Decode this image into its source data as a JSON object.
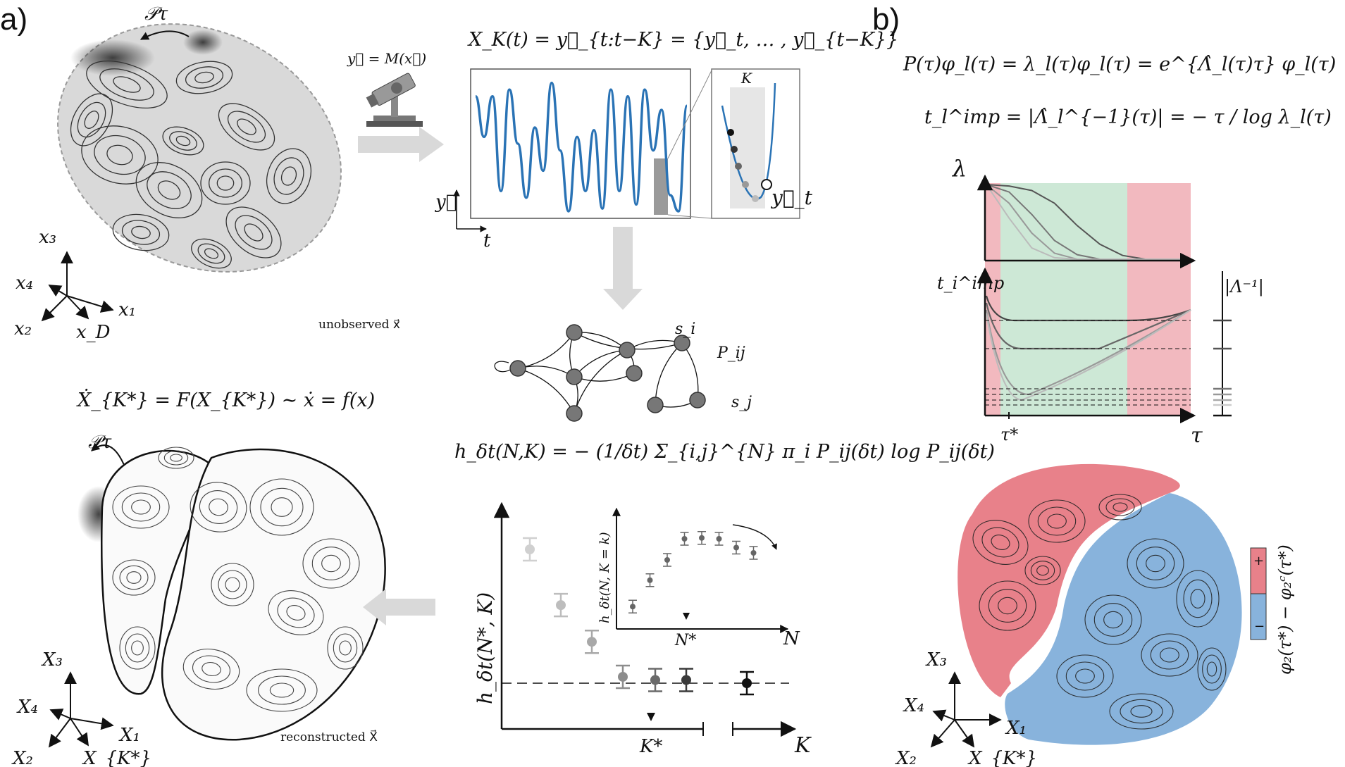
{
  "panels": {
    "a": {
      "label": "a)",
      "attractor_top": {
        "operator": "𝒫τ",
        "caption": "unobserved x⃗",
        "axes": {
          "x3": "x₃",
          "x4": "x₄",
          "x1": "x₁",
          "x2": "x₂",
          "xD": "x_D"
        }
      },
      "measurement": {
        "map_label": "y⃗ = M(x⃗)"
      },
      "time_series": {
        "delay_embedding_eq": "X_K(t) = y⃗_{t:t−K} = {y⃗_t, … , y⃗_{t−K}}",
        "y_axis": "y⃗",
        "t_axis": "t",
        "window_label": "K",
        "point_label": "y⃗_t",
        "series_color": "#2a73b5"
      },
      "markov_graph": {
        "state_i": "s_i",
        "state_j": "s_j",
        "transition": "P_ij"
      },
      "entropy_eq": "h_δt(N,K) = − (1/δt) Σ_{i,j}^{N} π_i P_ij(δt) log P_ij(δt)",
      "reconstruction_eq": "Ẋ_{K*} = F(X_{K*}) ∼ ẋ = f(x)",
      "attractor_bottom": {
        "operator": "𝒫τ",
        "caption": "reconstructed X⃗",
        "axes": {
          "X3": "X₃",
          "X4": "X₄",
          "X1": "X₁",
          "X2": "X₂",
          "XK": "X_{K*}"
        }
      },
      "entropy_plot": {
        "y_label": "h_δt(N*, K)",
        "x_label": "K",
        "marker_label": "K*",
        "inset": {
          "y_label": "h_δt(N, K = k)",
          "x_label": "N",
          "marker_label": "N*"
        }
      }
    },
    "b": {
      "label": "b)",
      "eigen_eq": "P(τ)φ_l(τ) = λ_l(τ)φ_l(τ) = e^{Λ̂_l(τ)τ} φ_l(τ)",
      "timescale_eq": "t_l^imp = |Λ̂_l^{−1}(τ)| = − τ / log λ_l(τ)",
      "lambda_plot": {
        "y_label": "λ"
      },
      "timp_plot": {
        "y_label": "t_i^imp",
        "x_label": "τ",
        "marker_label": "τ*",
        "right_label": "|Λ⁻¹|"
      },
      "colorbar": {
        "plus": "+",
        "minus": "−",
        "label": "φ₂(τ*) − φ₂ᶜ(τ*)"
      },
      "attractor_axes": {
        "X3": "X₃",
        "X4": "X₄",
        "X1": "X₁",
        "X2": "X₂",
        "XK": "X_{K*}"
      },
      "colors": {
        "red_region": "#e8818a",
        "green_region": "#cde8d6",
        "blue_region": "#88b3dc"
      }
    }
  },
  "chart_data": [
    {
      "type": "line",
      "title": "",
      "ylabel": "y⃗",
      "xlabel": "t",
      "series": [
        {
          "values": [
            0.85,
            0.55,
            0.85,
            0.15,
            0.9,
            0.5,
            0.1,
            0.62,
            0.3,
            0.95,
            0.45,
            0.0,
            0.55,
            0.15,
            0.6,
            0.02,
            0.9,
            0.15,
            0.85,
            0.05,
            0.9,
            0.45,
            0.75,
            0.12,
            0.0,
            0.78
          ]
        }
      ]
    },
    {
      "type": "scatter",
      "xlabel": "K",
      "ylabel": "h_δt(N*, K)",
      "grid": false,
      "series": [
        {
          "values": [
            0.9,
            0.55,
            0.32,
            0.1,
            0.08,
            0.08,
            0.06
          ]
        }
      ]
    },
    {
      "type": "scatter",
      "xlabel": "N",
      "ylabel": "h_δt(N, K = k)",
      "series": [
        {
          "values": [
            0.15,
            0.45,
            0.68,
            0.92,
            0.93,
            0.92,
            0.82,
            0.76
          ]
        }
      ]
    },
    {
      "type": "line",
      "ylabel": "λ",
      "xlabel": "τ",
      "series": [
        {
          "values": [
            1.0,
            0.98,
            0.92,
            0.75,
            0.45,
            0.2,
            0.05,
            0.0,
            0.0,
            0.0
          ]
        },
        {
          "values": [
            1.0,
            0.9,
            0.6,
            0.25,
            0.06,
            0.0,
            0.0,
            0.0,
            0.0,
            0.0
          ]
        },
        {
          "values": [
            1.0,
            0.75,
            0.35,
            0.08,
            0.0,
            0.0,
            0.0,
            0.0,
            0.0,
            0.0
          ]
        },
        {
          "values": [
            1.0,
            0.55,
            0.15,
            0.02,
            0.0,
            0.0,
            0.0,
            0.0,
            0.0,
            0.0
          ]
        }
      ]
    }
  ]
}
